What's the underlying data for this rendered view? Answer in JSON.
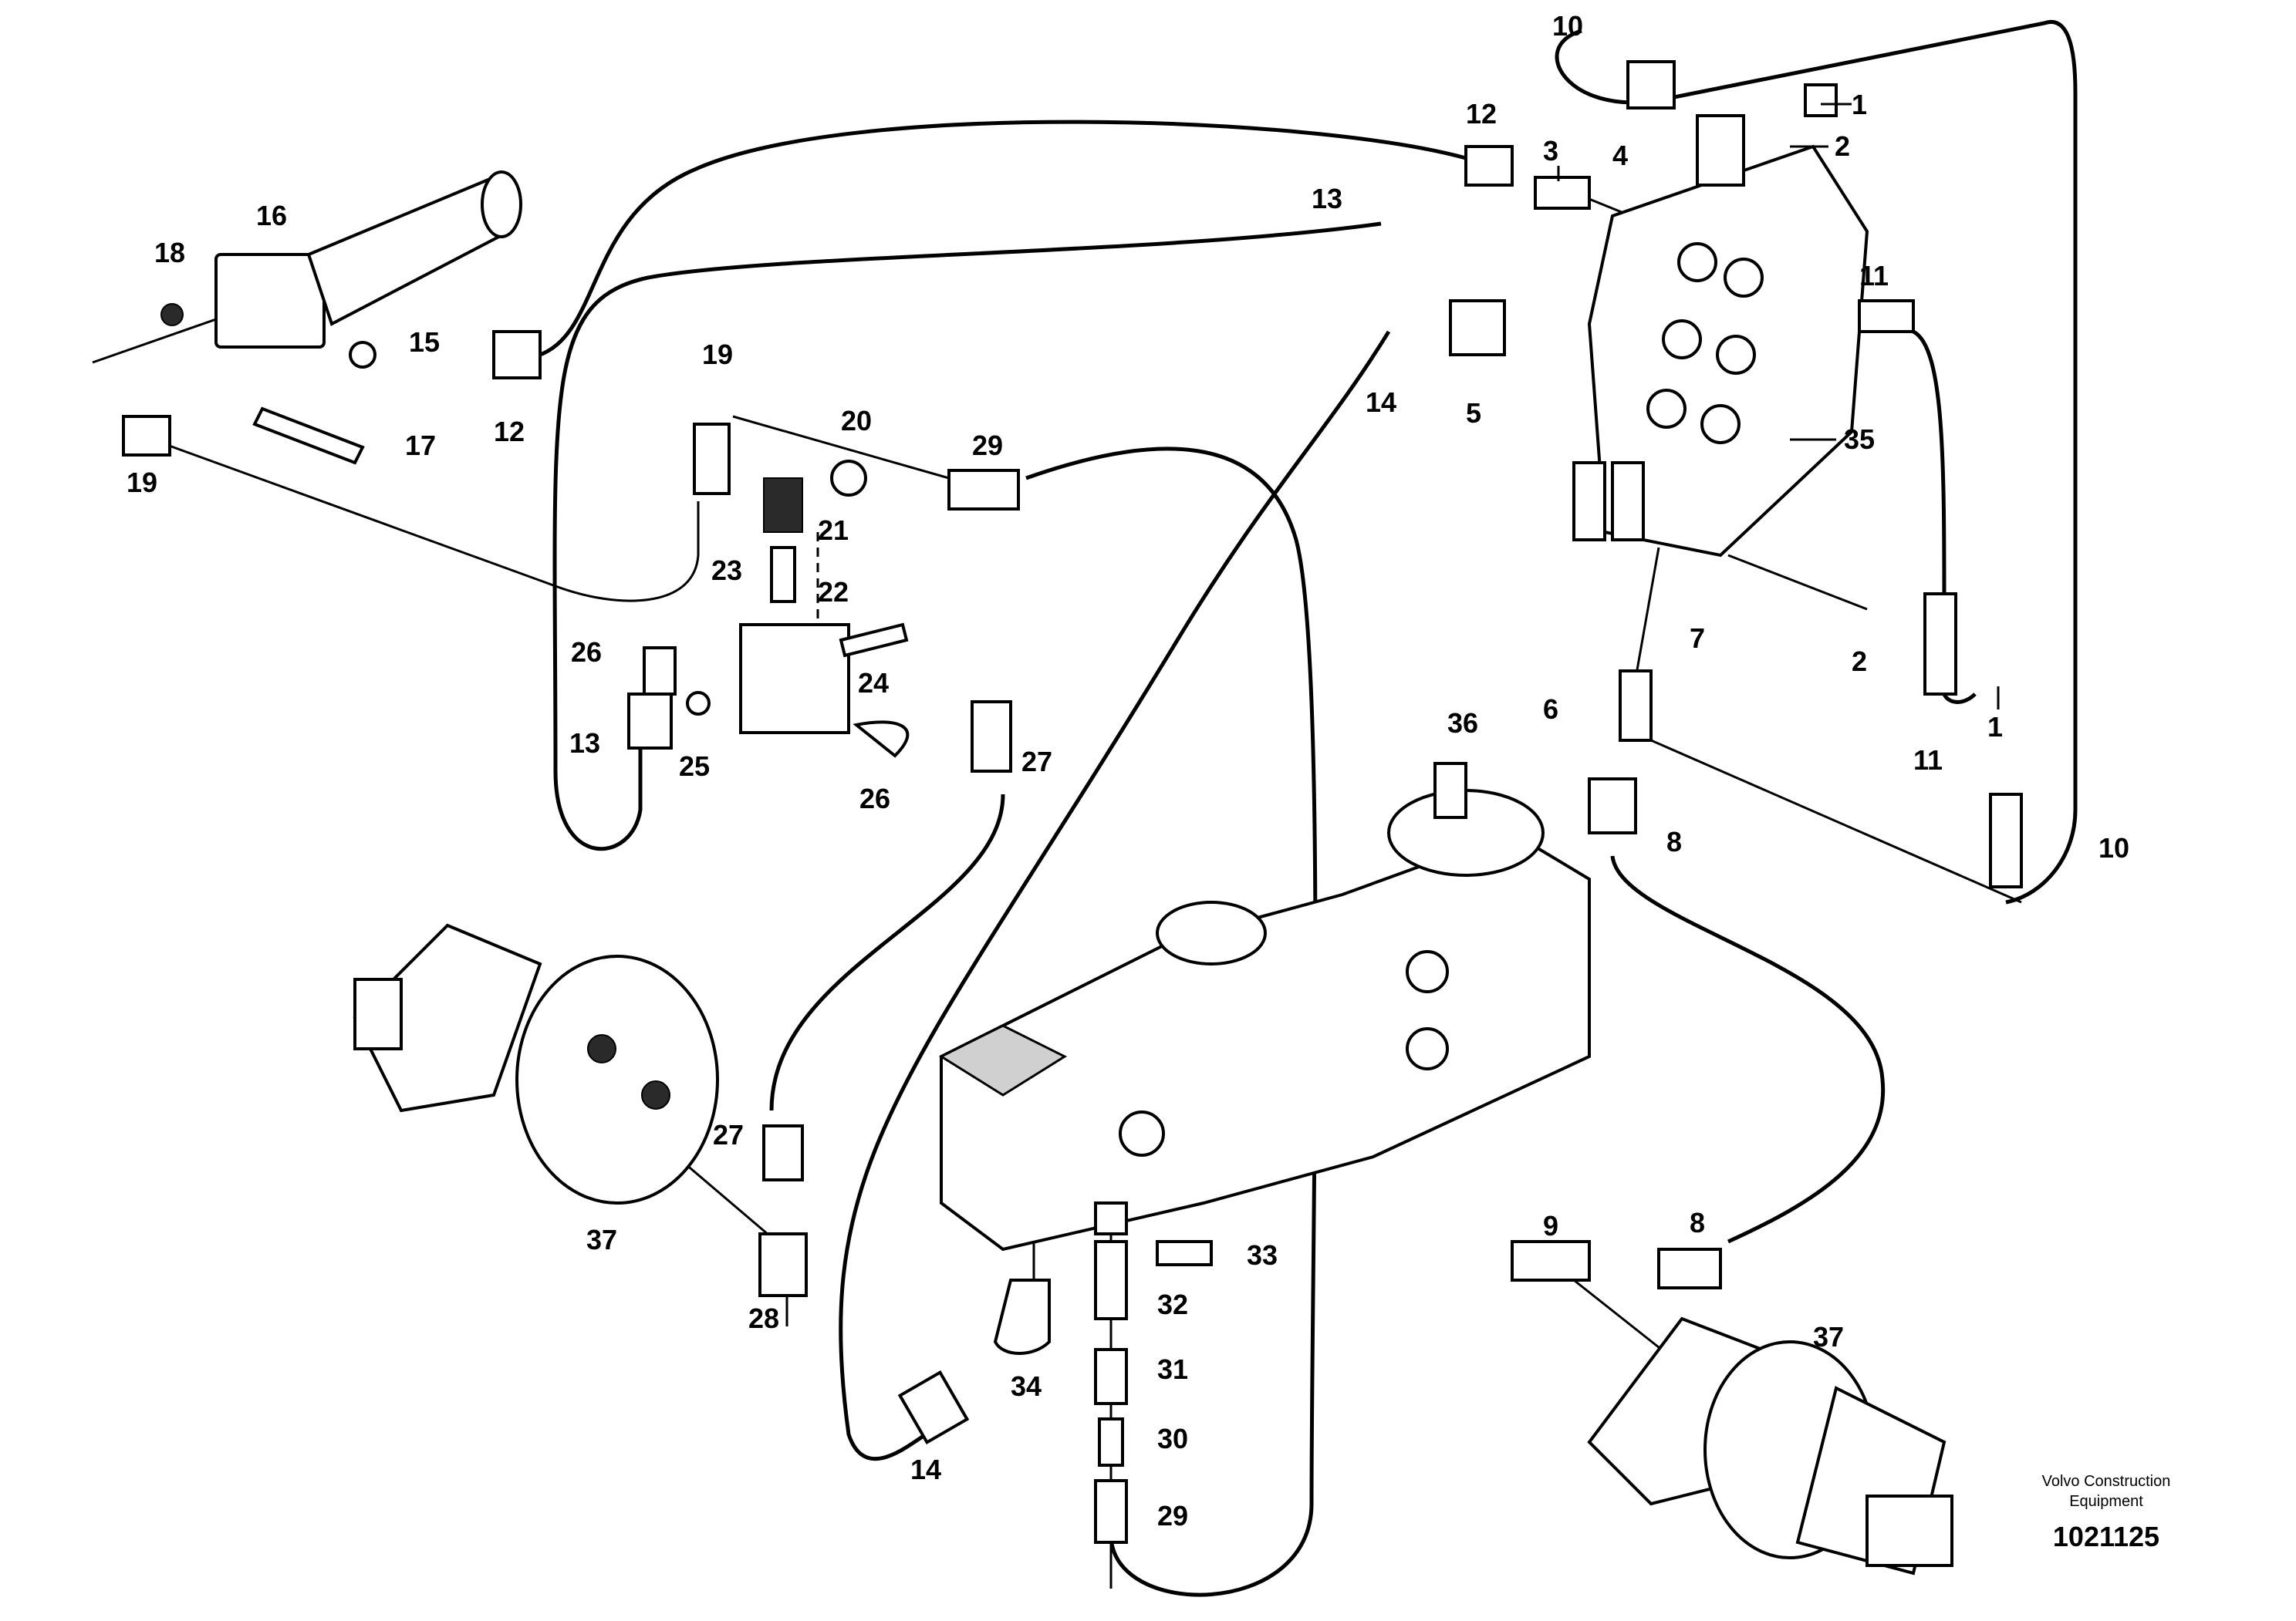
{
  "callouts": {
    "p1a": "1",
    "p1b": "1",
    "p2a": "2",
    "p2b": "2",
    "p3": "3",
    "p4": "4",
    "p5": "5",
    "p6": "6",
    "p7": "7",
    "p8a": "8",
    "p8b": "8",
    "p9": "9",
    "p10a": "10",
    "p10b": "10",
    "p11a": "11",
    "p11b": "11",
    "p12a": "12",
    "p12b": "12",
    "p13a": "13",
    "p13b": "13",
    "p14a": "14",
    "p14b": "14",
    "p15": "15",
    "p16": "16",
    "p17": "17",
    "p18": "18",
    "p19a": "19",
    "p19b": "19",
    "p20": "20",
    "p21": "21",
    "p22": "22",
    "p23": "23",
    "p24": "24",
    "p25": "25",
    "p26a": "26",
    "p26b": "26",
    "p27a": "27",
    "p27b": "27",
    "p28": "28",
    "p29a": "29",
    "p29b": "29",
    "p30": "30",
    "p31": "31",
    "p32": "32",
    "p33": "33",
    "p34": "34",
    "p35": "35",
    "p36": "36",
    "p37a": "37",
    "p37b": "37"
  },
  "brand": {
    "line1": "Volvo Construction",
    "line2": "Equipment",
    "illustration_number": "1021125"
  }
}
